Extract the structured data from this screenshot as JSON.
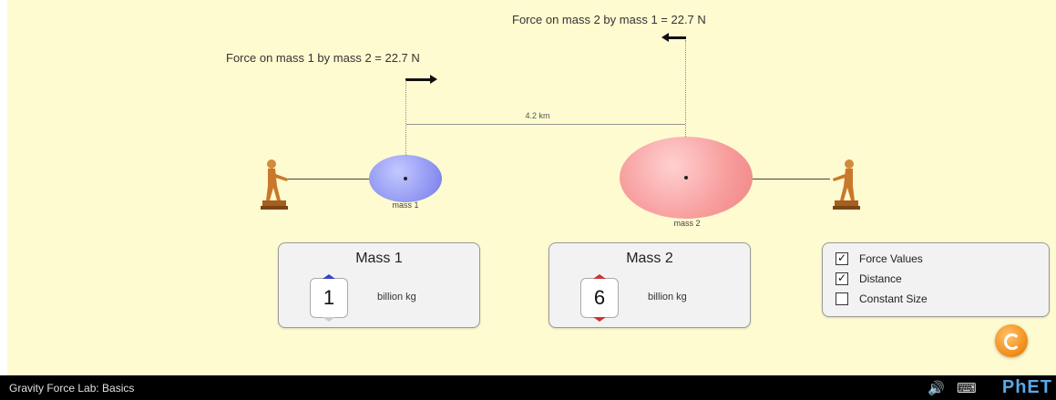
{
  "sim": {
    "title": "Gravity Force Lab: Basics"
  },
  "forces": {
    "force_1_label": "Force on mass 1 by mass 2 = 22.7 N",
    "force_2_label": "Force on mass 2 by mass 1 = 22.7 N"
  },
  "distance": {
    "label": "4.2 km"
  },
  "masses": {
    "mass_1_caption": "mass 1",
    "mass_2_caption": "mass 2",
    "mass_1_color": "#8f96f2",
    "mass_2_color": "#f79b9b"
  },
  "mass_1_panel": {
    "title": "Mass 1",
    "value": "1",
    "units": "billion kg"
  },
  "mass_2_panel": {
    "title": "Mass 2",
    "value": "6",
    "units": "billion kg"
  },
  "options": {
    "items": [
      {
        "label": "Force Values",
        "checked": true
      },
      {
        "label": "Distance",
        "checked": true
      },
      {
        "label": "Constant Size",
        "checked": false
      }
    ]
  },
  "navbar": {
    "logo": "PhET"
  }
}
